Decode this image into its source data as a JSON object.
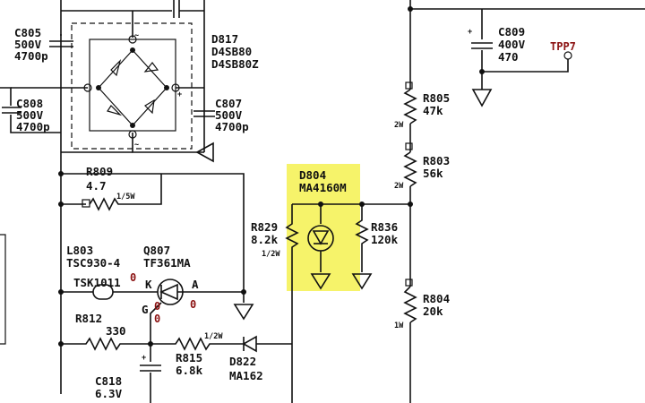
{
  "colors": {
    "background": "#ffffff",
    "ink": "#111111",
    "highlight": "#f6f36a",
    "test_point": "#8a1010"
  },
  "components": {
    "c805": {
      "ref": "C805",
      "voltage": "500V",
      "value": "4700p"
    },
    "c808": {
      "ref": "C808",
      "voltage": "500V",
      "value": "4700p"
    },
    "d817": {
      "ref": "D817",
      "part_1": "D4SB80",
      "part_2": "D4SB80Z"
    },
    "c807": {
      "ref": "C807",
      "voltage": "500V",
      "value": "4700p"
    },
    "c809": {
      "ref": "C809",
      "voltage": "400V",
      "value": "470"
    },
    "tpp7": {
      "ref": "TPP7"
    },
    "r805": {
      "ref": "R805",
      "value": "47k",
      "power": "2W"
    },
    "r803": {
      "ref": "R803",
      "value": "56k",
      "power": "2W"
    },
    "r809": {
      "ref": "R809",
      "value": "4.7",
      "power": "1/5W"
    },
    "d804": {
      "ref": "D804",
      "part": "MA4160M"
    },
    "r829": {
      "ref": "R829",
      "value": "8.2k",
      "power": "1/2W"
    },
    "r836": {
      "ref": "R836",
      "value": "120k"
    },
    "l803": {
      "ref": "L803",
      "part": "TSC930-4",
      "bead": "TSK1011",
      "bead_mark": "0"
    },
    "q807": {
      "ref": "Q807",
      "part": "TF361MA",
      "pin_k": "K",
      "pin_a": "A",
      "pin_g": "G",
      "mark_k": "0",
      "mark_a": "0",
      "mark_g": "0"
    },
    "r804": {
      "ref": "R804",
      "value": "20k",
      "power": "1W"
    },
    "r812": {
      "ref": "R812",
      "value": "330"
    },
    "r815": {
      "ref": "R815",
      "value": "6.8k",
      "power": "1/2W"
    },
    "d822": {
      "ref": "D822",
      "part": "MA162"
    },
    "c818": {
      "ref": "C818",
      "voltage": "6.3V"
    }
  }
}
